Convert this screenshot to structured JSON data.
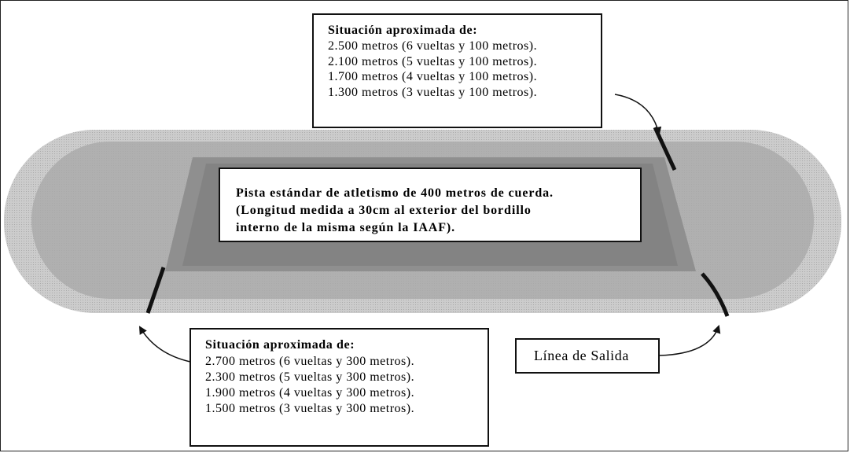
{
  "top_box": {
    "heading": "Situación aproximada de:",
    "lines": [
      "2.500 metros (6 vueltas y 100 metros).",
      "2.100 metros (5 vueltas y 100 metros).",
      "1.700 metros (4 vueltas y 100 metros).",
      "1.300 metros (3 vueltas y 100 metros)."
    ]
  },
  "center_box": {
    "lines": [
      "Pista estándar de atletismo de 400 metros de cuerda.",
      "(Longitud medida a 30cm al exterior del bordillo",
      "interno de la misma según la IAAF)."
    ]
  },
  "bottom_box": {
    "heading": "Situación aproximada de:",
    "lines": [
      "2.700 metros (6 vueltas y 300 metros).",
      "2.300 metros (5 vueltas y 300 metros).",
      "1.900 metros (4 vueltas y 300 metros).",
      "1.500 metros (3 vueltas y 300 metros)."
    ]
  },
  "start_box": {
    "label": "Línea de Salida"
  },
  "colors": {
    "track_outer": "#bdbdbd",
    "track_mid": "#a9a9a9",
    "infield": "#8f8f8f",
    "infield_center": "#7b7b7b",
    "outline": "#111111"
  }
}
